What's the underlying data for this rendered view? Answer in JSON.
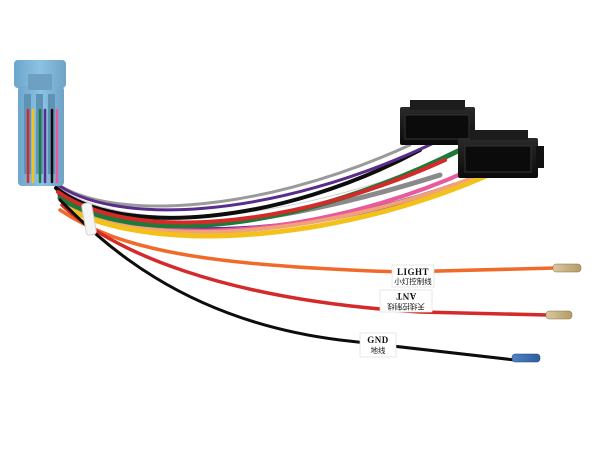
{
  "photo": {
    "background": "#ffffff",
    "connector_colors": {
      "blue_connector": "#7fb6d9",
      "black_connector": "#161616"
    },
    "wire_colors": [
      "#d42a2a",
      "#f06a2a",
      "#5a2d8c",
      "#1e7a3a",
      "#f2c21b",
      "#ffffff",
      "#8a8a8a",
      "#0d0d0d",
      "#e85a9c",
      "#f2a27a"
    ],
    "labels": {
      "light": {
        "title": "LIGHT",
        "subtitle": "小灯控制线"
      },
      "ant": {
        "title": "ANT",
        "subtitle": "天线控制线"
      },
      "gnd": {
        "title": "GND",
        "subtitle": "地线"
      }
    }
  }
}
